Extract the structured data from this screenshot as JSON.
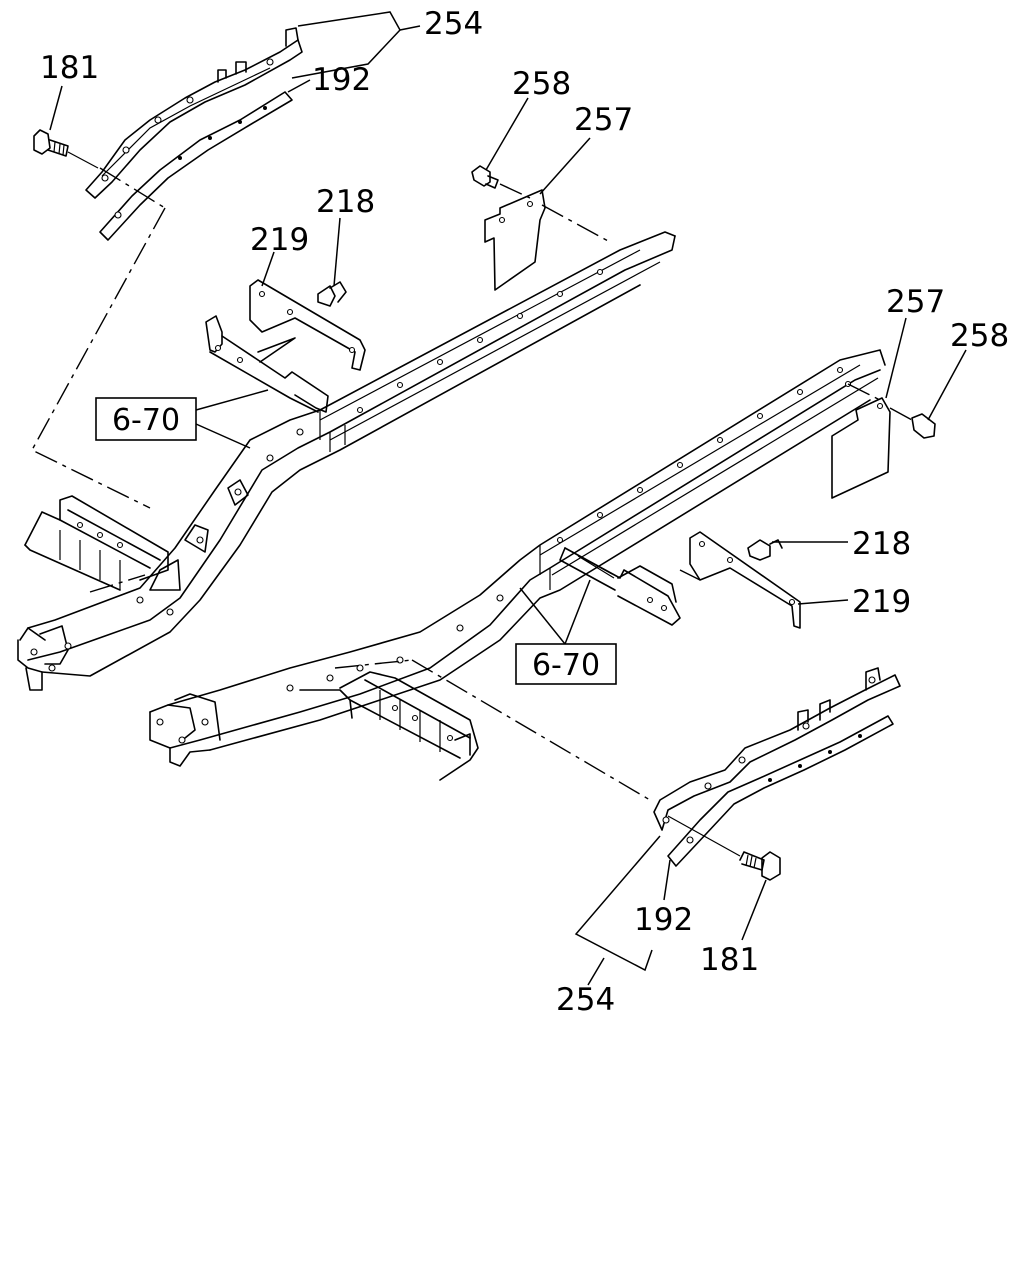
{
  "callouts": {
    "top_left": {
      "c181": "181",
      "c192": "192",
      "c254": "254"
    },
    "top_mid": {
      "c258": "258",
      "c257": "257",
      "c218": "218",
      "c219": "219"
    },
    "right": {
      "c257": "257",
      "c258": "258",
      "c218": "218",
      "c219": "219"
    },
    "bottom_right": {
      "c192": "192",
      "c181": "181",
      "c254": "254"
    },
    "refs": {
      "left_ref": "6-70",
      "center_ref": "6-70"
    }
  }
}
